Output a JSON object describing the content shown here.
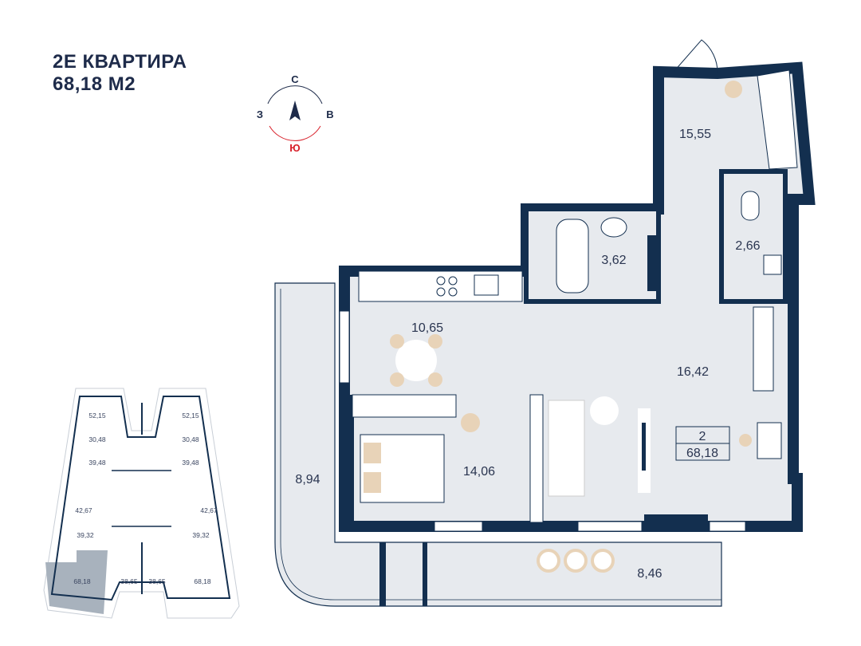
{
  "header": {
    "title": "2Е КВАРТИРА",
    "area": "68,18 М2"
  },
  "compass": {
    "north": "С",
    "west": "З",
    "east": "В",
    "south": "Ю",
    "south_color": "#d8202a"
  },
  "colors": {
    "wall": "#132f4f",
    "floor": "#e7eaee",
    "furniture": "#e8d3b8",
    "highlight": "#a8b2bd"
  },
  "rooms": [
    {
      "id": "hall-top",
      "area": "15,55"
    },
    {
      "id": "bathroom",
      "area": "3,62"
    },
    {
      "id": "wc",
      "area": "2,66"
    },
    {
      "id": "kitchen",
      "area": "10,65"
    },
    {
      "id": "living",
      "area": "16,42"
    },
    {
      "id": "bedroom",
      "area": "14,06"
    },
    {
      "id": "balcony-left",
      "area": "8,94"
    },
    {
      "id": "balcony-bottom",
      "area": "8,46"
    }
  ],
  "apartment_badge": {
    "number": "2",
    "area": "68,18"
  },
  "minimap": {
    "units": [
      "52,15",
      "52,15",
      "30,48",
      "30,48",
      "39,48",
      "39,48",
      "42,67",
      "42,67",
      "39,32",
      "39,32",
      "68,18",
      "38,65",
      "38,65",
      "68,18"
    ],
    "selected": "68,18"
  }
}
